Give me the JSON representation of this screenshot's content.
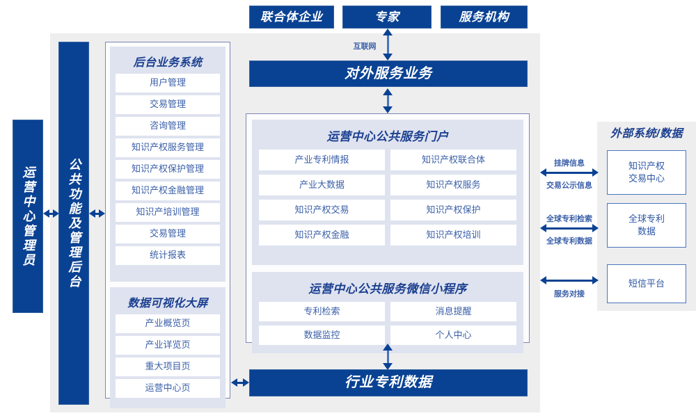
{
  "top_actors": [
    {
      "label": "联合体企业"
    },
    {
      "label": "专家"
    },
    {
      "label": "服务机构"
    }
  ],
  "internet_label": "互联网",
  "external_service_bar": "对外服务业务",
  "left_actor": "运营中心管理员",
  "admin_backend": "公共功能及管理后台",
  "backend_system": {
    "title": "后台业务系统",
    "items": [
      "用户管理",
      "交易管理",
      "咨询管理",
      "知识产权服务管理",
      "知识产权保护管理",
      "知识产权金融管理",
      "知识产培训管理",
      "交易管理",
      "统计报表"
    ]
  },
  "data_screen": {
    "title": "数据可视化大屏",
    "items": [
      "产业概览页",
      "产业详览页",
      "重大项目页",
      "运营中心页"
    ]
  },
  "portal": {
    "title": "运营中心公共服务门户",
    "items": [
      "产业专利情报",
      "知识产权联合体",
      "产业大数据",
      "知识产权服务",
      "知识产权交易",
      "知识产权保护",
      "知识产权金融",
      "知识产权培训"
    ]
  },
  "miniprogram": {
    "title": "运营中心公共服务微信小程序",
    "items": [
      "专利检索",
      "消息提醒",
      "数据监控",
      "个人中心"
    ]
  },
  "bottom_bar": "行业专利数据",
  "external": {
    "title": "外部系统/数据",
    "systems": [
      {
        "label": "知识产权\n交易中心",
        "line1": "知识产权",
        "line2": "交易中心"
      },
      {
        "label": "全球专利\n数据",
        "line1": "全球专利",
        "line2": "数据"
      },
      {
        "label": "短信平台",
        "line1": "短信平台",
        "line2": ""
      }
    ],
    "connections": [
      {
        "above": "挂牌信息",
        "below": "交易公示信息"
      },
      {
        "above": "全球专利检索",
        "below": "全球专利数据"
      },
      {
        "above": "",
        "below": "服务对接"
      }
    ]
  },
  "colors": {
    "primary_blue": "#0a4293",
    "panel_gray": "#eeeeee",
    "group_lavender": "#dfe3f0",
    "frame_border": "#7b85b5",
    "text_blue": "#3a5fa8"
  }
}
